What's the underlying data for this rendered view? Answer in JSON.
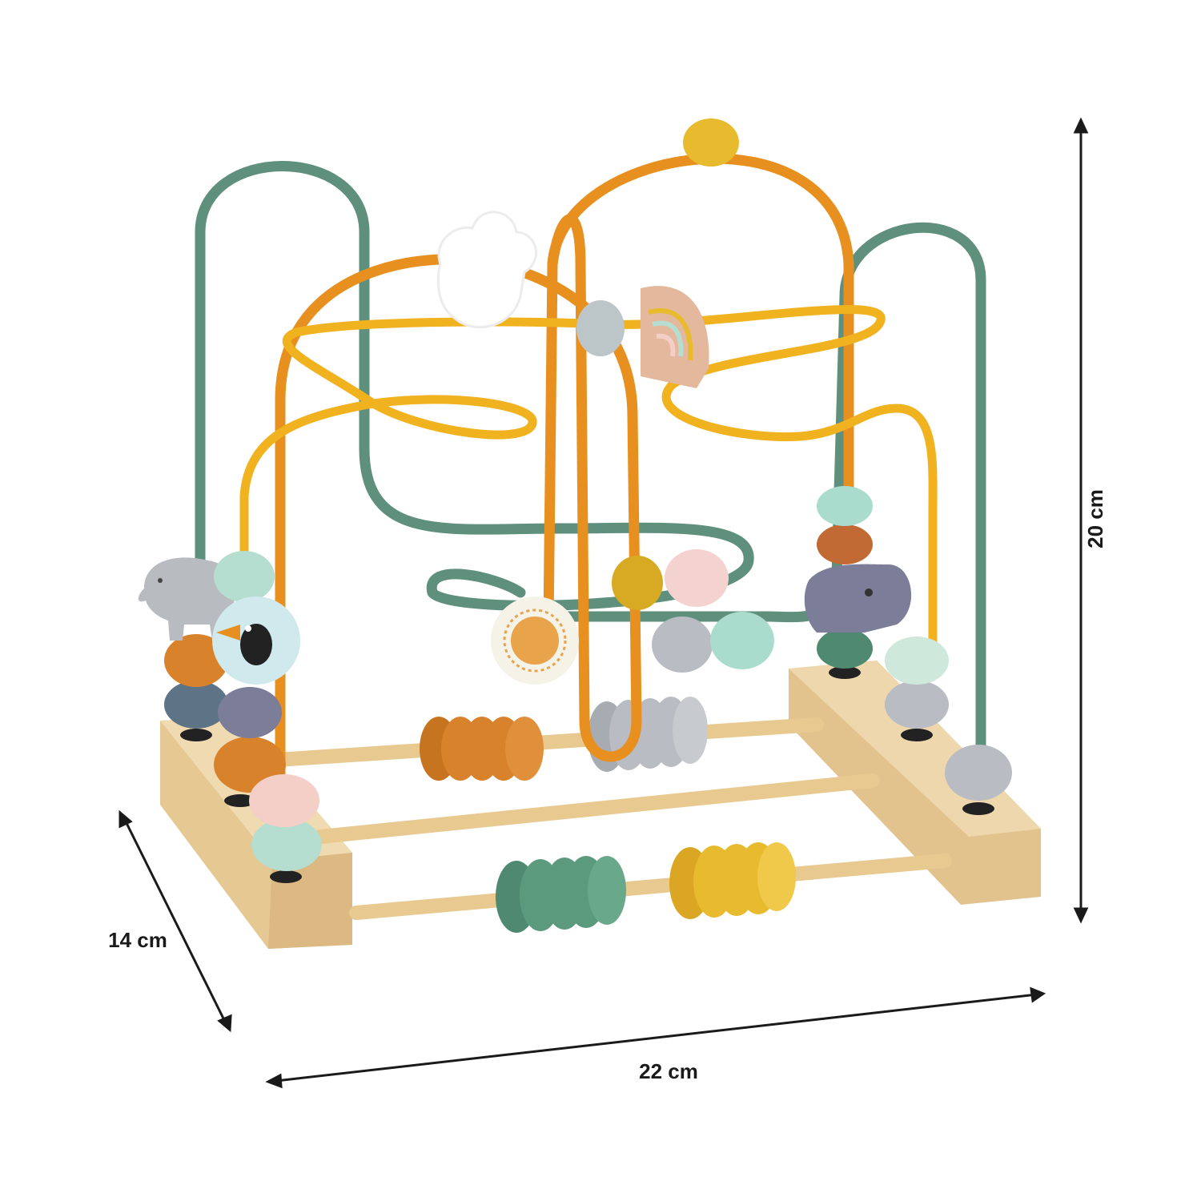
{
  "dimensions": {
    "height": "20 cm",
    "depth": "14 cm",
    "width": "22 cm"
  },
  "colors": {
    "wood": "#e9cd9c",
    "wood_dark": "#d8b57e",
    "wire_green": "#5f8f7d",
    "wire_orange": "#e8901f",
    "wire_yellow": "#f0b21f",
    "bead_orange": "#d8822c",
    "bead_grey": "#b9bcc2",
    "bead_green": "#5c9a7e",
    "bead_yellow": "#e8bb2f",
    "bead_mint": "#b5ddd0",
    "bead_pink": "#f3cfc8",
    "arrow": "#1a1a1a"
  },
  "icons": [
    "elephant-bead-icon",
    "toucan-bead-icon",
    "cloud-bead-icon",
    "rainbow-bead-icon",
    "hippo-bead-icon",
    "sun-disc-bead-icon"
  ]
}
